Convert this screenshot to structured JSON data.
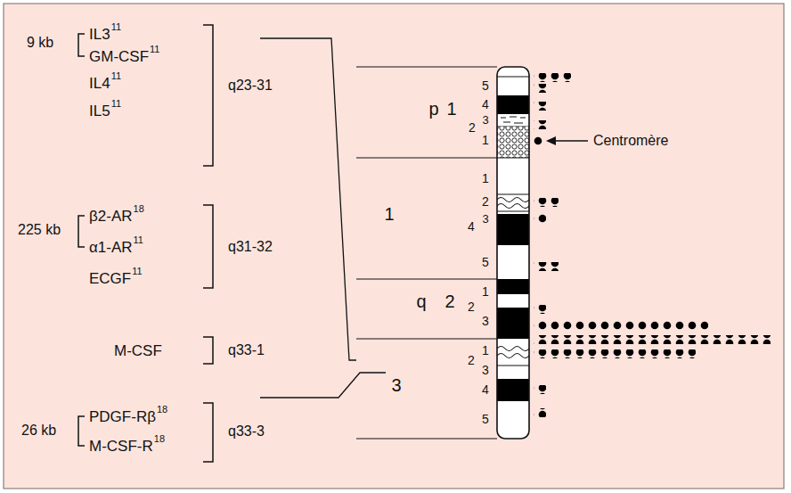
{
  "diagram": {
    "labels": [
      "9 kb",
      "IL3",
      "11",
      "GM-CSF",
      "11",
      "IL4",
      "11",
      "IL5",
      "11",
      "q23-31",
      "225 kb",
      "β2-AR",
      "18",
      "α1-AR",
      "11",
      "ECGF",
      "11",
      "q31-32",
      "M-CSF",
      "q33-1",
      "26 kb",
      "PDGF-Rβ",
      "18",
      "M-CSF-R",
      "18",
      "q33-3",
      "5",
      "4",
      "p",
      "1",
      "3",
      "2",
      "1",
      "Centromère",
      "1",
      "2",
      "1",
      "4",
      "3",
      "5",
      "q",
      "2",
      "2",
      "1",
      "3",
      "2",
      "1",
      "3",
      "3",
      "4",
      "5"
    ]
  }
}
